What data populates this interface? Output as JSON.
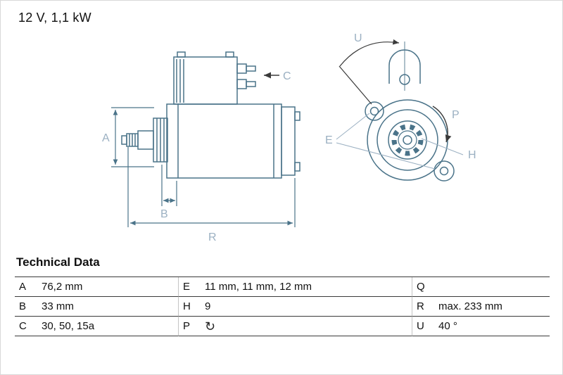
{
  "header": {
    "power": "12 V, 1,1 kW"
  },
  "drawing": {
    "labels": {
      "A": "A",
      "B": "B",
      "C": "C",
      "R": "R",
      "U": "U",
      "P": "P",
      "E": "E",
      "H": "H"
    },
    "colors": {
      "line": "#4a7389",
      "dim_label": "#9bb0c2",
      "arrow": "#3a3a3a"
    }
  },
  "technical_data": {
    "title": "Technical Data",
    "rows": [
      {
        "l1": "A",
        "v1": "76,2 mm",
        "l2": "E",
        "v2": "11 mm, 11 mm, 12 mm",
        "l3": "Q",
        "v3": ""
      },
      {
        "l1": "B",
        "v1": "33 mm",
        "l2": "H",
        "v2": "9",
        "l3": "R",
        "v3": "max. 233 mm"
      },
      {
        "l1": "C",
        "v1": "30, 50, 15a",
        "l2": "P",
        "v2": "↻",
        "l3": "U",
        "v3": "40 °"
      }
    ]
  }
}
